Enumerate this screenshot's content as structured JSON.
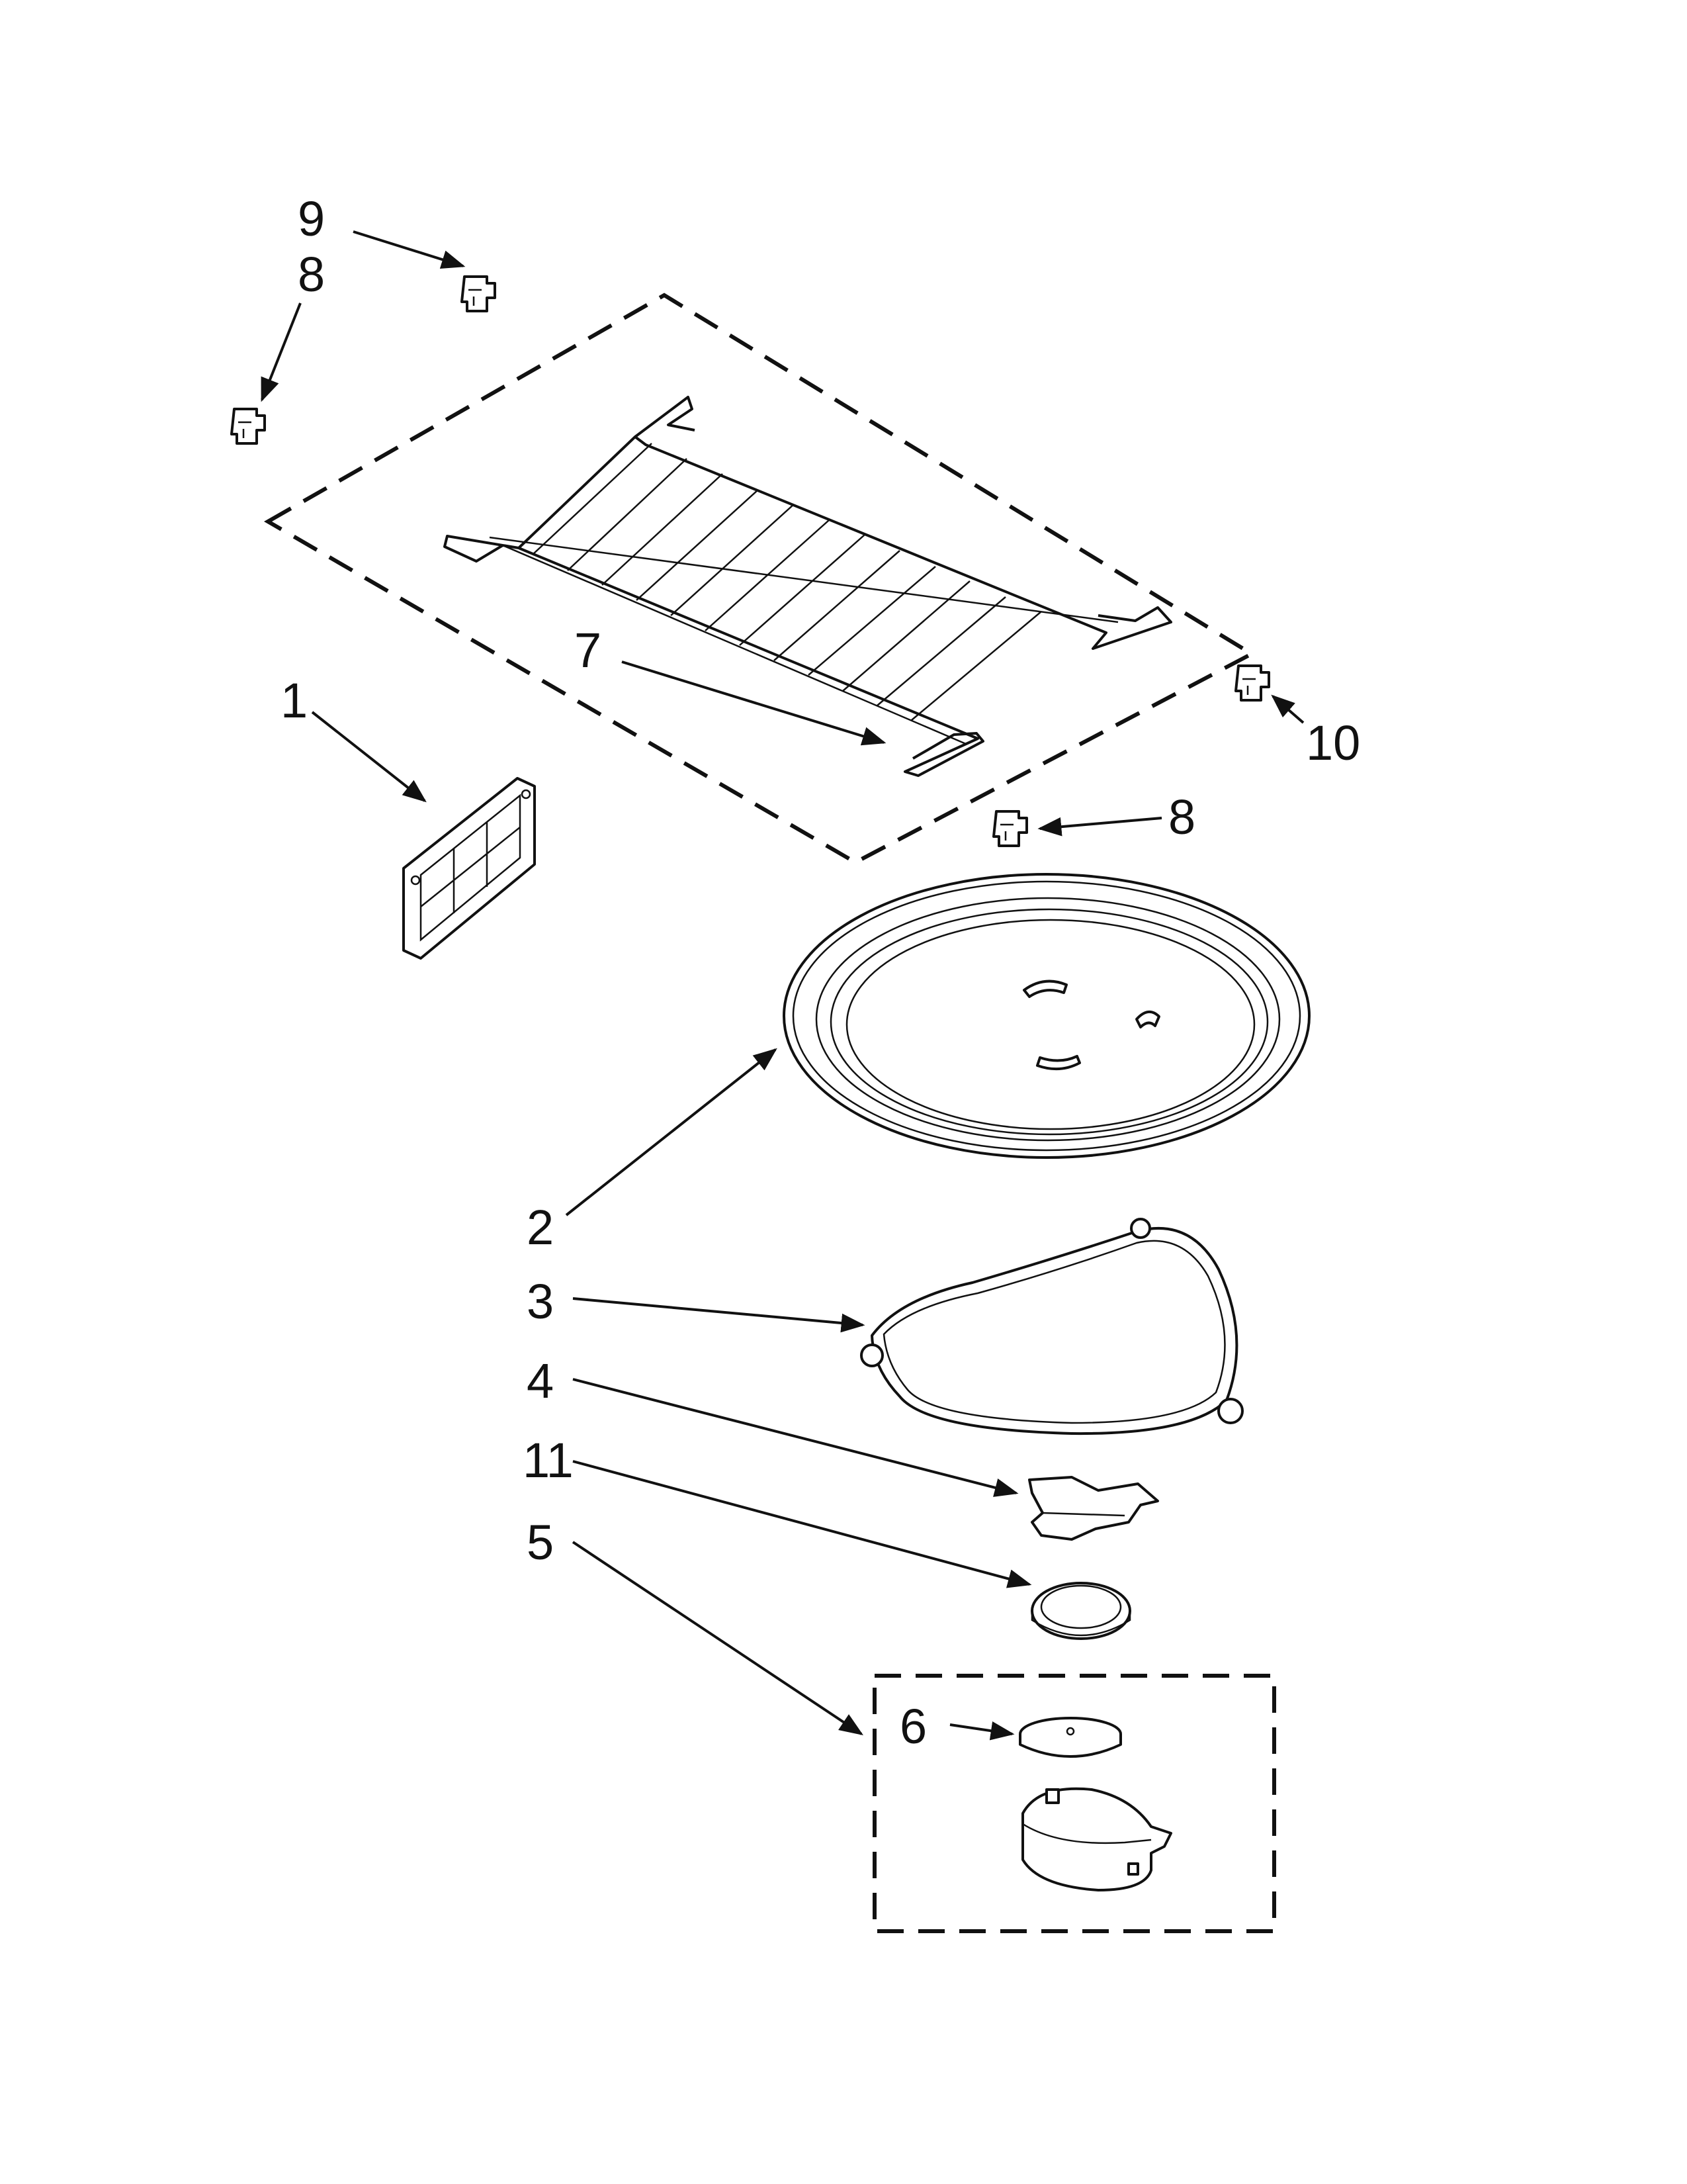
{
  "callouts": [
    {
      "id": "9",
      "text": "9"
    },
    {
      "id": "8a",
      "text": "8"
    },
    {
      "id": "7",
      "text": "7"
    },
    {
      "id": "1",
      "text": "1"
    },
    {
      "id": "10",
      "text": "10"
    },
    {
      "id": "8b",
      "text": "8"
    },
    {
      "id": "2",
      "text": "2"
    },
    {
      "id": "3",
      "text": "3"
    },
    {
      "id": "4",
      "text": "4"
    },
    {
      "id": "11",
      "text": "11"
    },
    {
      "id": "5",
      "text": "5"
    },
    {
      "id": "6",
      "text": "6"
    }
  ]
}
